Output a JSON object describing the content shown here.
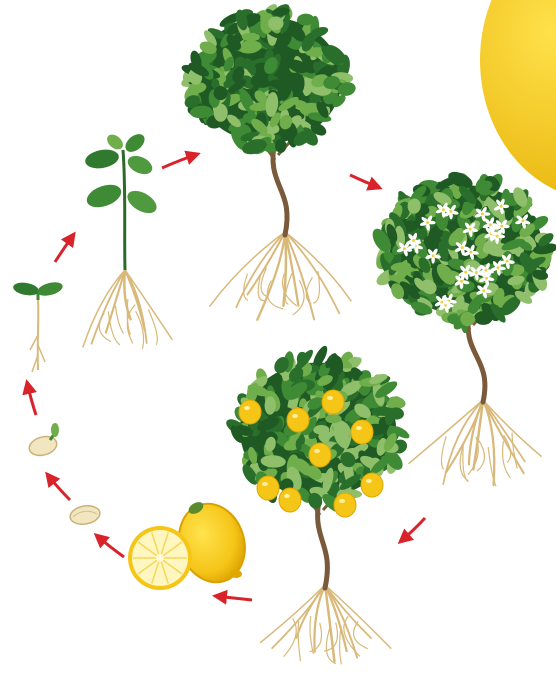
{
  "diagram": {
    "title": "",
    "stages": [
      {
        "id": "seed",
        "icon": "seed-icon"
      },
      {
        "id": "germinating-seed",
        "icon": "sprouting-seed-icon"
      },
      {
        "id": "seedling",
        "icon": "seedling-icon"
      },
      {
        "id": "young-plant",
        "icon": "young-plant-icon"
      },
      {
        "id": "mature-tree",
        "icon": "tree-icon"
      },
      {
        "id": "flowering-tree",
        "icon": "flowering-tree-icon"
      },
      {
        "id": "fruiting-tree",
        "icon": "fruit-tree-icon"
      },
      {
        "id": "lemon-fruit",
        "icon": "lemon-icon"
      }
    ],
    "colors": {
      "arrow": "#d9232a",
      "leaf_dark": "#1f5a24",
      "leaf_mid": "#3e8a35",
      "leaf_light": "#6fae4a",
      "trunk": "#7a5a3a",
      "root": "#d9b97a",
      "lemon": "#f5c518",
      "lemon_dark": "#e0a800",
      "flower": "#ffffff",
      "seed": "#f1e6c0"
    }
  }
}
